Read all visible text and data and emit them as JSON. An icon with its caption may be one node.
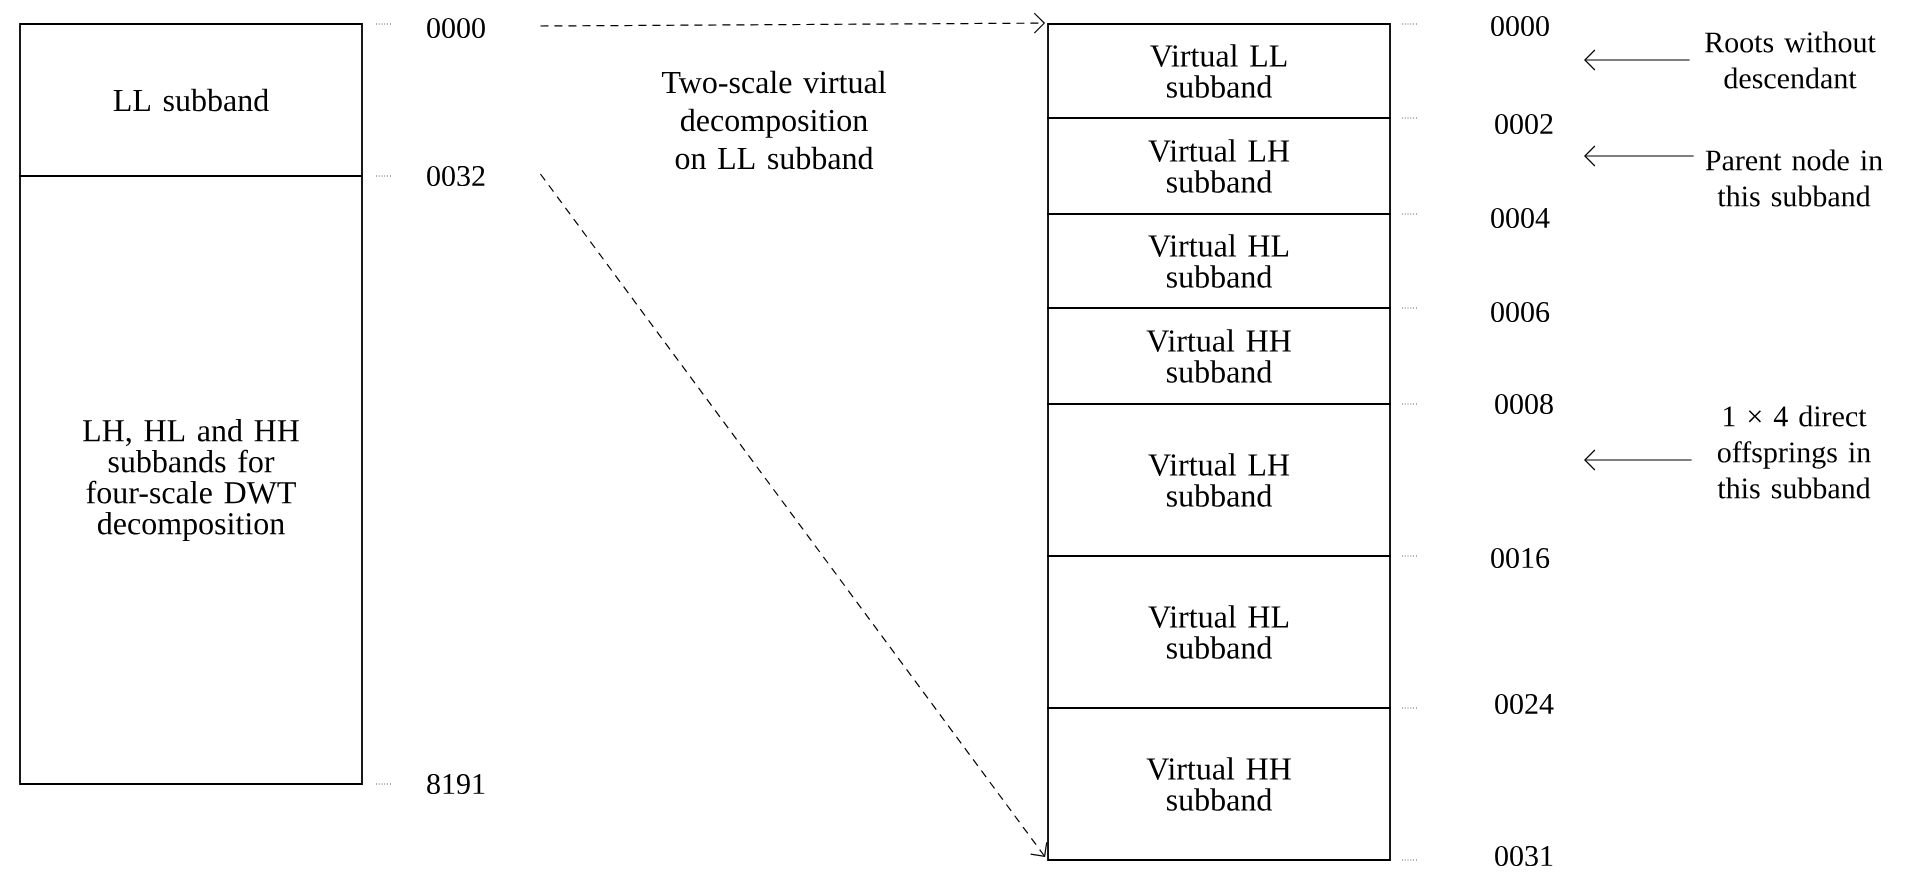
{
  "diagram": {
    "nodes": [
      {
        "text": [
          "LL subband"
        ]
      },
      {
        "text": [
          "LH, HL and HH subbands for four-scale DWT decomposition"
        ]
      },
      {
        "text": [
          "0000"
        ]
      },
      {
        "text": [
          "0032"
        ]
      },
      {
        "text": [
          "Virtual LL subband"
        ]
      },
      {
        "text": [
          "Virtual LH subband"
        ]
      },
      {
        "text": [
          "Virtual HL subband"
        ]
      },
      {
        "text": [
          "Virtual HH subband"
        ]
      },
      {
        "text": [
          "Virtual LH subband"
        ]
      },
      {
        "text": [
          "Virtual HL subband"
        ]
      },
      {
        "text": [
          "Virtual HH subband"
        ]
      },
      {
        "text": [
          "Roots without descendant"
        ]
      },
      {
        "text": [
          "Parent node in this subband"
        ]
      },
      {
        "text": [
          "1 × 4 direct offsprings in this subband"
        ]
      }
    ],
    "edges": [
      {
        "from": 2,
        "to": 4,
        "arrow": "to",
        "style": "dashed",
        "label": "Two-scale virtual decomposition on LL subband"
      },
      {
        "from": 3,
        "to": 10,
        "arrow": "to",
        "style": "dashed"
      },
      {
        "from": 11,
        "to": null,
        "arrow": "to"
      },
      {
        "from": 12,
        "to": null,
        "arrow": "to"
      },
      {
        "from": 13,
        "to": null,
        "arrow": "to"
      }
    ],
    "labels": [
      "8191",
      "0000",
      "0002",
      "0004",
      "0006",
      "0008",
      "0016",
      "0024",
      "0031"
    ]
  }
}
